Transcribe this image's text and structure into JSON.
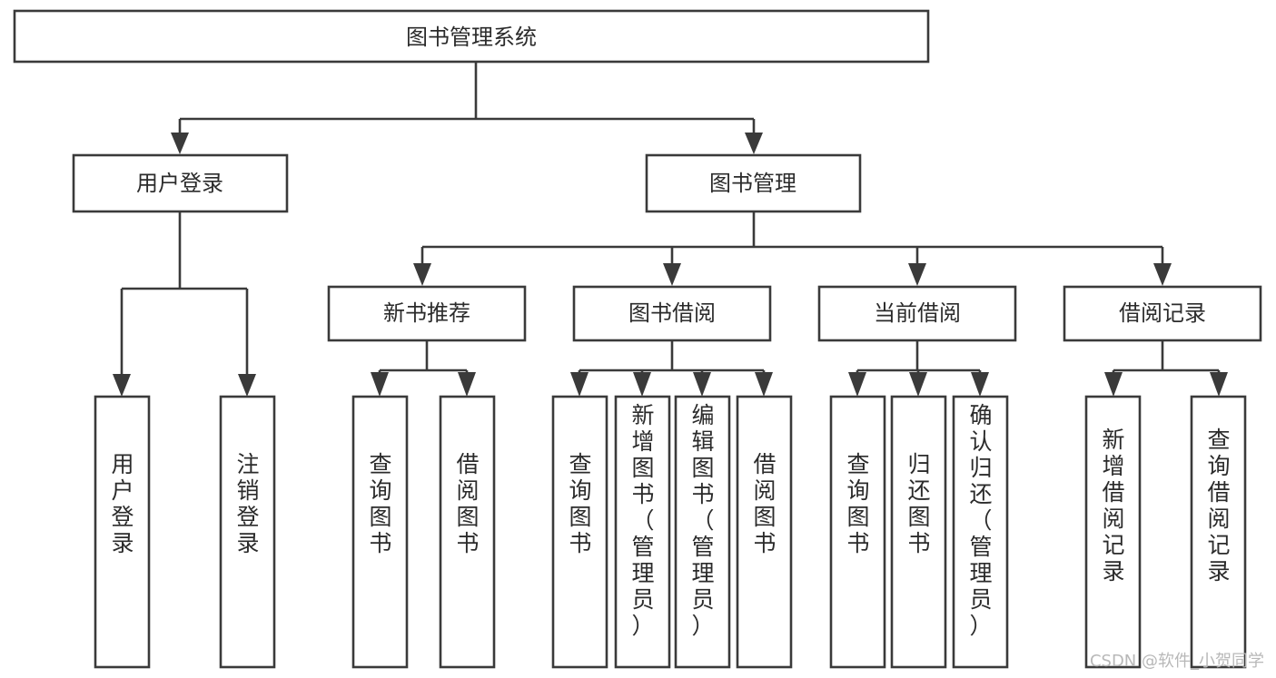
{
  "diagram": {
    "title": "图书管理系统",
    "type": "tree-hierarchy-chart",
    "root": {
      "id": "root",
      "label": "图书管理系统",
      "orientation": "horizontal"
    },
    "level2": [
      {
        "id": "user-login",
        "label": "用户登录",
        "orientation": "horizontal"
      },
      {
        "id": "book-management",
        "label": "图书管理",
        "orientation": "horizontal"
      }
    ],
    "level3": [
      {
        "id": "new-book-recommend",
        "label": "新书推荐",
        "orientation": "horizontal",
        "parent": "book-management"
      },
      {
        "id": "book-borrow",
        "label": "图书借阅",
        "orientation": "horizontal",
        "parent": "book-management"
      },
      {
        "id": "current-borrow",
        "label": "当前借阅",
        "orientation": "horizontal",
        "parent": "book-management"
      },
      {
        "id": "borrow-record",
        "label": "借阅记录",
        "orientation": "horizontal",
        "parent": "book-management"
      }
    ],
    "leaves": [
      {
        "id": "leaf-user-login",
        "label": "用户登录",
        "orientation": "vertical",
        "parent": "user-login"
      },
      {
        "id": "leaf-user-logout",
        "label": "注销登录",
        "orientation": "vertical",
        "parent": "user-login"
      },
      {
        "id": "leaf-query-book-1",
        "label": "查询图书",
        "orientation": "vertical",
        "parent": "new-book-recommend"
      },
      {
        "id": "leaf-borrow-book-1",
        "label": "借阅图书",
        "orientation": "vertical",
        "parent": "new-book-recommend"
      },
      {
        "id": "leaf-query-book-2",
        "label": "查询图书",
        "orientation": "vertical",
        "parent": "book-borrow"
      },
      {
        "id": "leaf-add-book",
        "label": "新增图书（管理员）",
        "orientation": "vertical",
        "parent": "book-borrow"
      },
      {
        "id": "leaf-edit-book",
        "label": "编辑图书（管理员）",
        "orientation": "vertical",
        "parent": "book-borrow"
      },
      {
        "id": "leaf-borrow-book-2",
        "label": "借阅图书",
        "orientation": "vertical",
        "parent": "book-borrow"
      },
      {
        "id": "leaf-query-book-3",
        "label": "查询图书",
        "orientation": "vertical",
        "parent": "current-borrow"
      },
      {
        "id": "leaf-return-book",
        "label": "归还图书",
        "orientation": "vertical",
        "parent": "current-borrow"
      },
      {
        "id": "leaf-confirm-return",
        "label": "确认归还（管理员）",
        "orientation": "vertical",
        "parent": "current-borrow"
      },
      {
        "id": "leaf-add-record",
        "label": "新增借阅记录",
        "orientation": "vertical",
        "parent": "borrow-record"
      },
      {
        "id": "leaf-query-record",
        "label": "查询借阅记录",
        "orientation": "vertical",
        "parent": "borrow-record"
      }
    ],
    "watermark": "CSDN @软件_小贺同学",
    "colors": {
      "stroke": "#3a3a3a",
      "fill": "#ffffff",
      "text": "#2b2b2b",
      "watermark": "#b8b8b8",
      "background": "#ffffff"
    }
  }
}
